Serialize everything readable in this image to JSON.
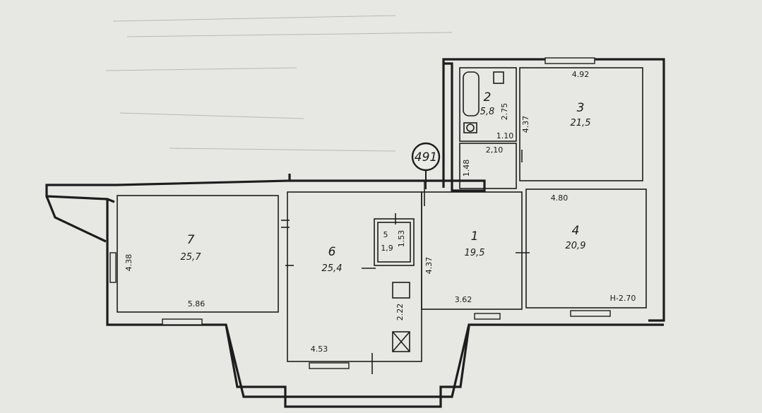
{
  "plan": {
    "badge": "491",
    "rooms": [
      {
        "id": "room-1",
        "number": "1",
        "area": "19,5"
      },
      {
        "id": "room-2",
        "number": "2",
        "area": "5,8"
      },
      {
        "id": "room-3",
        "number": "3",
        "area": "21,5"
      },
      {
        "id": "room-4",
        "number": "4",
        "area": "20,9"
      },
      {
        "id": "room-5",
        "number": "5",
        "area": "1,9"
      },
      {
        "id": "room-6",
        "number": "6",
        "area": "25,4"
      },
      {
        "id": "room-7",
        "number": "7",
        "area": "25,7"
      }
    ],
    "dimensions": {
      "d_4_92": "4.92",
      "d_4_37_r3": "4.37",
      "d_2_75": "2.75",
      "d_1_10": "1.10",
      "d_2_10": "2,10",
      "d_1_48": "1.48",
      "d_4_80": "4.80",
      "d_2_70": "H-2.70",
      "d_3_62": "3.62",
      "d_4_37_r1": "4.37",
      "d_1_53": "1.53",
      "d_2_22": "2.22",
      "d_4_53": "4.53",
      "d_4_38": "4.38",
      "d_5_86": "5.86"
    }
  }
}
